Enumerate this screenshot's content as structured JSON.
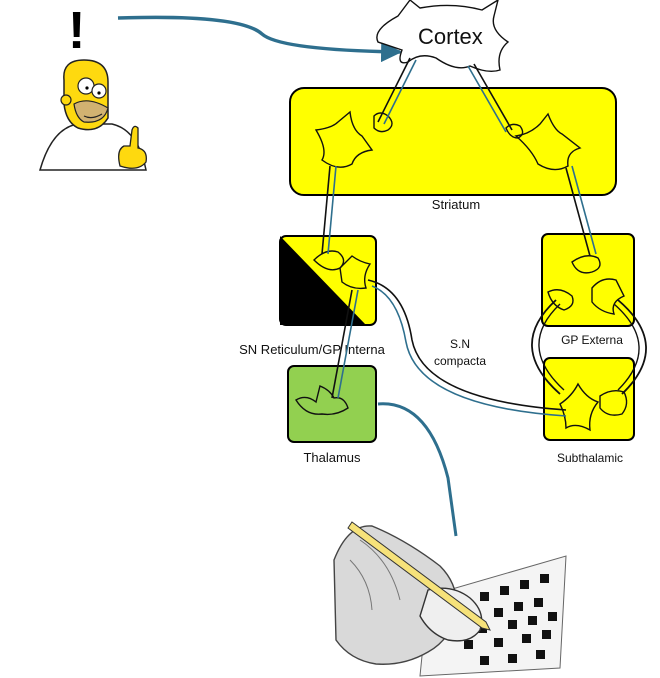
{
  "diagram": {
    "cortex_label": "Cortex",
    "exclamation": "!",
    "nodes": {
      "striatum": "Striatum",
      "gp_externa": "GP Externa",
      "sn_reticulum": "SN Reticulum/GP Interna",
      "sn_compacta_line1": "S.N",
      "sn_compacta_line2": "compacta",
      "thalamus": "Thalamus",
      "subthalamic": "Subthalamic"
    }
  },
  "colors": {
    "nucleus_fill": "#ffff00",
    "thalamus_fill": "#92d050",
    "connector": "#2e6f8e",
    "outline": "#000000"
  },
  "icons": {
    "character": "cartoon-character-pointing",
    "hand": "hand-doing-crossword-icon",
    "neuron": "neuron-icon"
  }
}
